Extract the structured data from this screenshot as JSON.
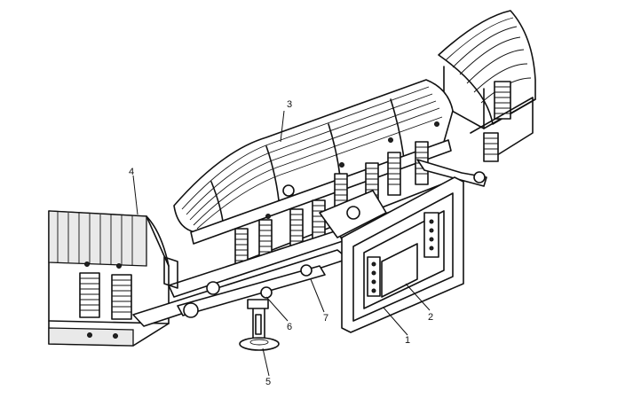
{
  "callouts": [
    {
      "id": "1",
      "text": "1"
    },
    {
      "id": "2",
      "text": "2"
    },
    {
      "id": "3",
      "text": "3"
    },
    {
      "id": "4",
      "text": "4"
    },
    {
      "id": "5",
      "text": "5"
    },
    {
      "id": "6",
      "text": "6"
    },
    {
      "id": "7",
      "text": "7"
    }
  ],
  "colors": {
    "line": "#111111",
    "background": "#ffffff"
  }
}
